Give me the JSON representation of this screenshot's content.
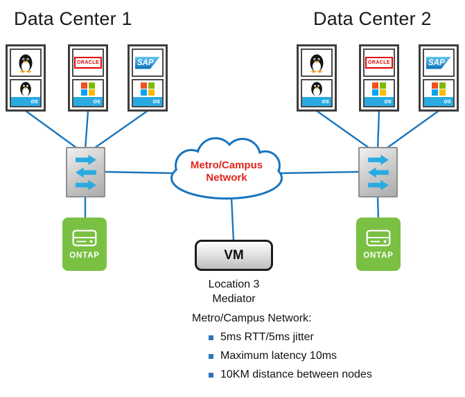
{
  "datacenter1": {
    "title": "Data Center 1"
  },
  "datacenter2": {
    "title": "Data Center 2"
  },
  "server_labels": {
    "oracle": "ORACLE",
    "sap": "SAP",
    "os": "os"
  },
  "cloud": {
    "line1": "Metro/Campus",
    "line2": "Network"
  },
  "vm": {
    "label": "VM"
  },
  "mediator": {
    "line1": "Location 3",
    "line2": "Mediator"
  },
  "ontap": {
    "label": "ONTAP"
  },
  "notes": {
    "heading": "Metro/Campus Network:",
    "bullets": [
      "5ms RTT/5ms jitter",
      "Maximum latency 10ms",
      "10KM distance between nodes"
    ]
  },
  "colors": {
    "line_blue": "#1b75bc",
    "cloud_text_red": "#e2241d",
    "ontap_green": "#7ac143",
    "switch_arrow_blue": "#29abe2",
    "os_banner_blue": "#29abe2",
    "oracle_red": "#e60000",
    "sap_blue": "#0a6fb8",
    "windows_red": "#f25022",
    "windows_green": "#7fba00",
    "windows_blue": "#00a4ef",
    "windows_yellow": "#ffb900",
    "bullet_blue": "#2e75b6"
  }
}
